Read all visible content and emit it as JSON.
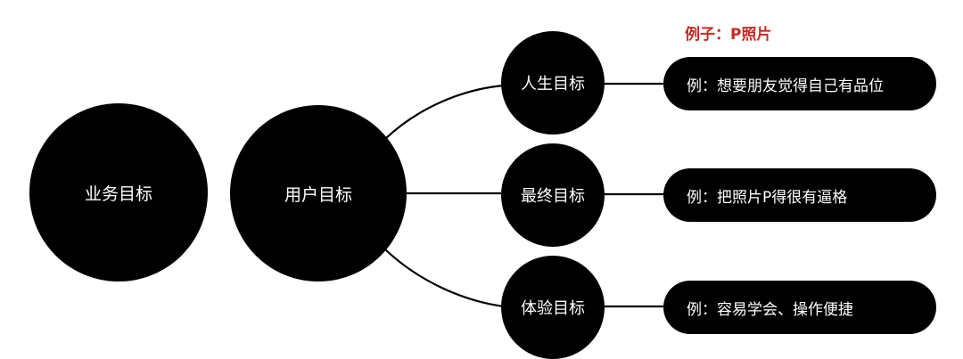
{
  "annotation": "例子：P照片",
  "nodes": {
    "business_goal": "业务目标",
    "user_goal": "用户目标",
    "life_goal": "人生目标",
    "final_goal": "最终目标",
    "experience_goal": "体验目标"
  },
  "examples": {
    "life": "例：想要朋友觉得自己有品位",
    "final": "例：把照片P得很有逼格",
    "experience": "例：容易学会、操作便捷"
  },
  "colors": {
    "node_fill": "#000000",
    "node_text": "#ffffff",
    "annotation": "#c62a21",
    "connector": "#000000"
  }
}
